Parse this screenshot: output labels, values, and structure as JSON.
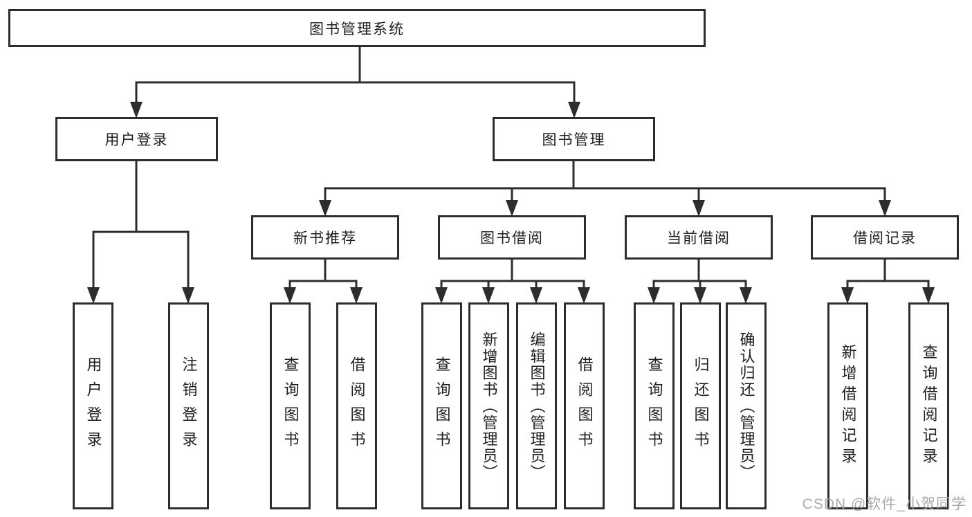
{
  "canvas": {
    "background": "#ffffff",
    "line_color": "#2d2d2d",
    "box_border_color": "#2d2d2d",
    "text_color": "#1f1f1f",
    "watermark_color": "#a2a2a2"
  },
  "nodes": {
    "root": "图书管理系统",
    "level2": [
      "用户登录",
      "图书管理"
    ],
    "level3": [
      "新书推荐",
      "图书借阅",
      "当前借阅",
      "借阅记录"
    ],
    "leaves": [
      "用户登录",
      "注销登录",
      "查询图书",
      "借阅图书",
      "查询图书",
      "新增图书（管理员）",
      "编辑图书（管理员）",
      "借阅图书",
      "查询图书",
      "归还图书",
      "确认归还（管理员）",
      "新增借阅记录",
      "查询借阅记录"
    ]
  },
  "structure": {
    "图书管理系统": [
      "用户登录",
      "图书管理"
    ],
    "用户登录": [
      "用户登录",
      "注销登录"
    ],
    "图书管理": [
      "新书推荐",
      "图书借阅",
      "当前借阅",
      "借阅记录"
    ],
    "新书推荐": [
      "查询图书",
      "借阅图书"
    ],
    "图书借阅": [
      "查询图书",
      "新增图书（管理员）",
      "编辑图书（管理员）",
      "借阅图书"
    ],
    "当前借阅": [
      "查询图书",
      "归还图书",
      "确认归还（管理员）"
    ],
    "借阅记录": [
      "新增借阅记录",
      "查询借阅记录"
    ]
  },
  "watermark": "CSDN @软件_小贺同学"
}
